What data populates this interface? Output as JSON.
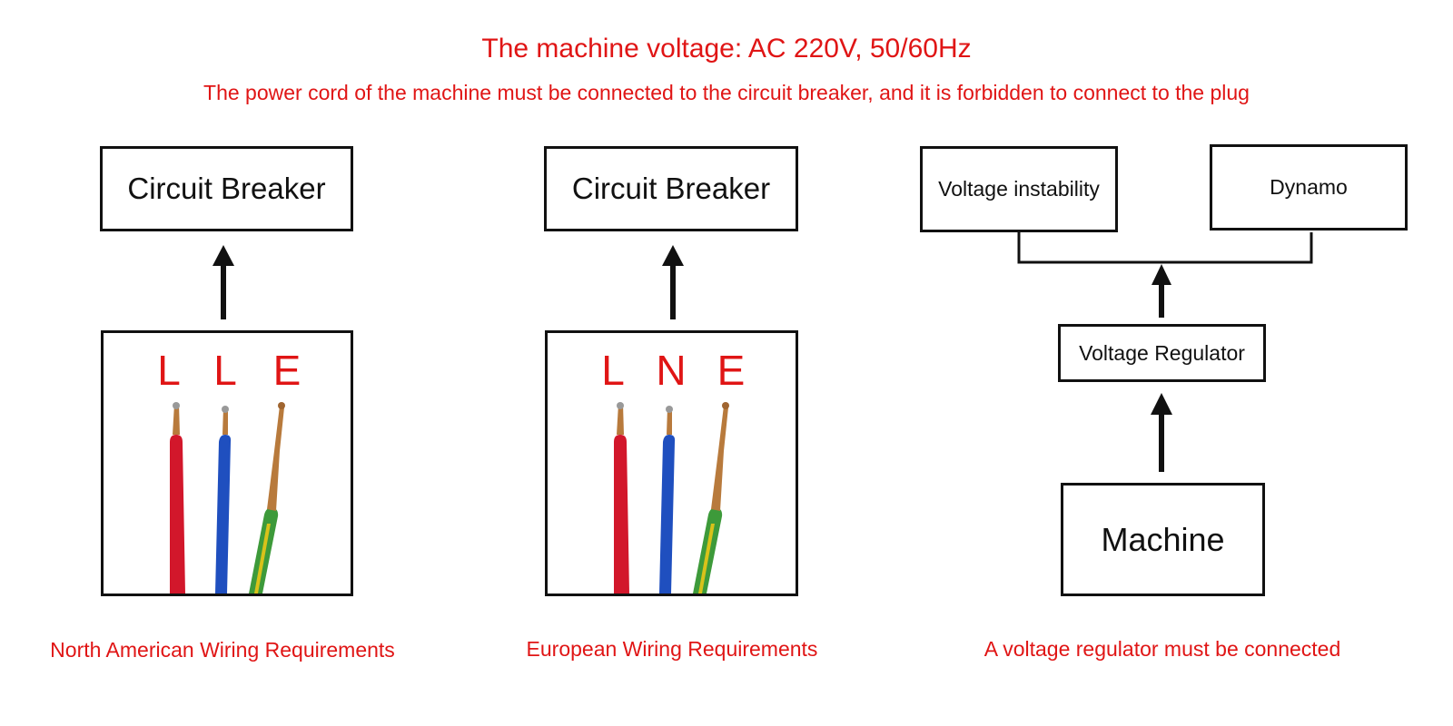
{
  "header": {
    "title": "The machine voltage: AC 220V, 50/60Hz",
    "subtitle": "The power cord of the machine must be connected to the circuit breaker, and it is forbidden to connect to the plug"
  },
  "panels": {
    "north_america": {
      "breaker_label": "Circuit Breaker",
      "wires": [
        "L",
        "L",
        "E"
      ],
      "caption": "North American Wiring Requirements"
    },
    "europe": {
      "breaker_label": "Circuit Breaker",
      "wires": [
        "L",
        "N",
        "E"
      ],
      "caption": "European Wiring Requirements"
    },
    "regulator": {
      "voltage_instability": "Voltage instability",
      "dynamo": "Dynamo",
      "voltage_regulator": "Voltage Regulator",
      "machine": "Machine",
      "caption": "A voltage regulator must be connected"
    }
  },
  "colors": {
    "accent_red": "#e01515",
    "wire_red": "#d2172b",
    "wire_blue": "#1f4fbf",
    "wire_green": "#3d9a3a",
    "wire_yellow": "#d8c21a",
    "copper": "#b87a3c",
    "outline": "#111111"
  }
}
